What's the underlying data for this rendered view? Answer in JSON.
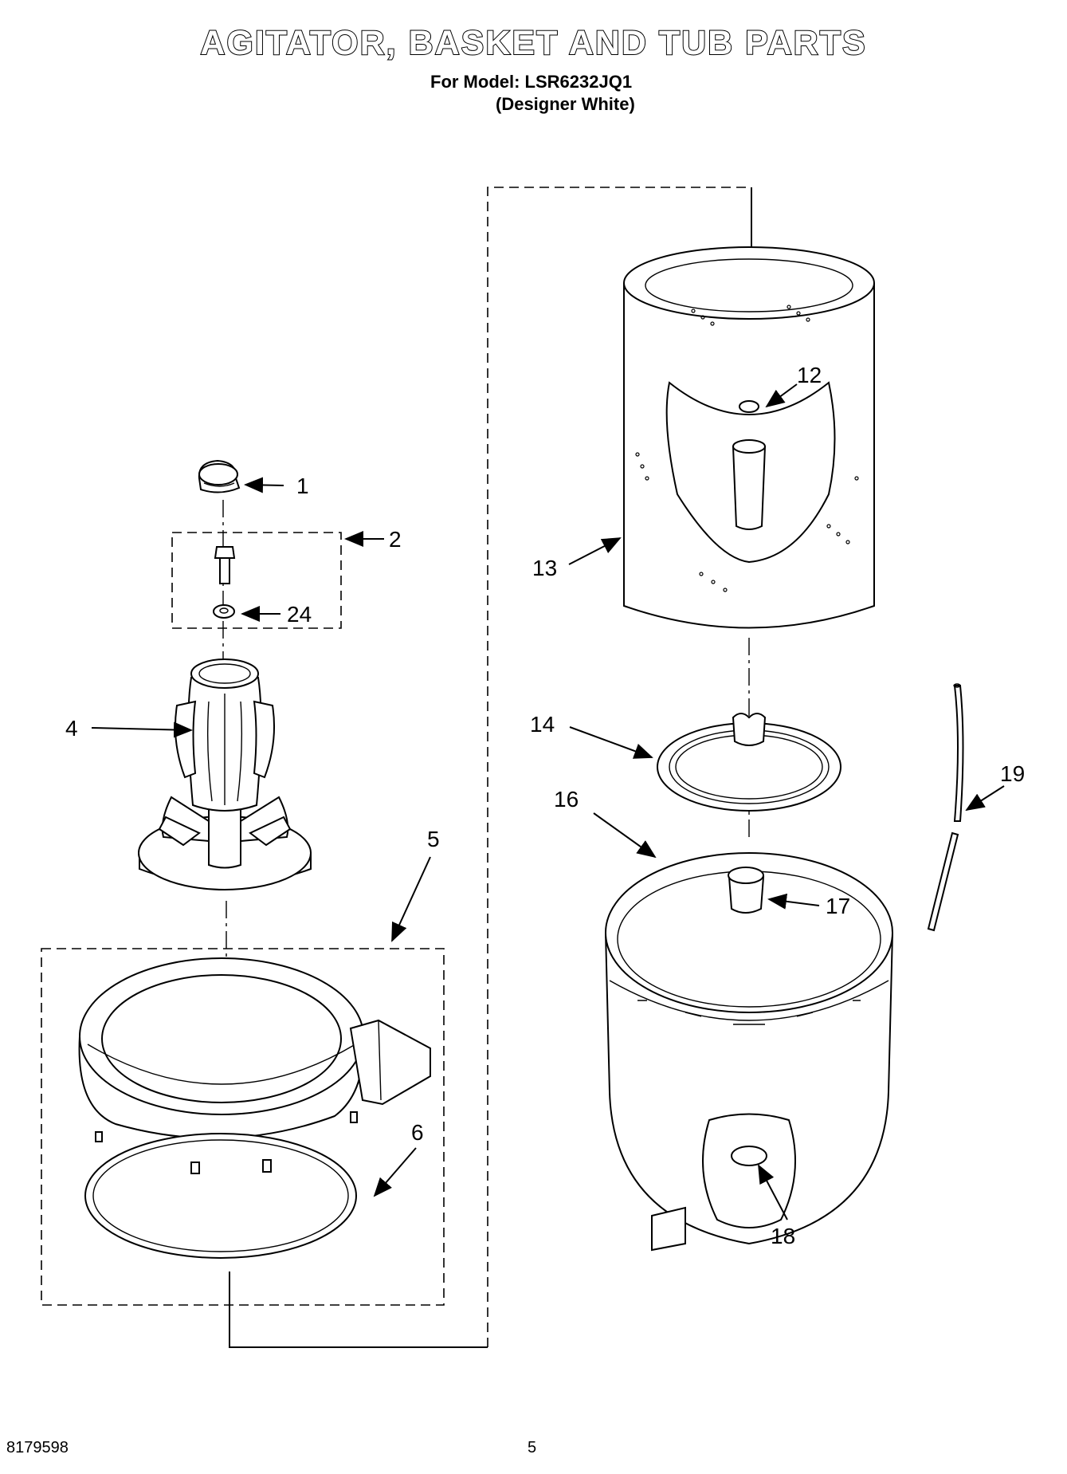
{
  "header": {
    "title": "AGITATOR, BASKET AND TUB PARTS",
    "model_line": "For Model: LSR6232JQ1",
    "variant_line": "(Designer White)"
  },
  "footer": {
    "document_number": "8179598",
    "page_number": "5"
  },
  "callouts": [
    "1",
    "2",
    "24",
    "4",
    "5",
    "6",
    "12",
    "13",
    "14",
    "16",
    "17",
    "18",
    "19"
  ]
}
